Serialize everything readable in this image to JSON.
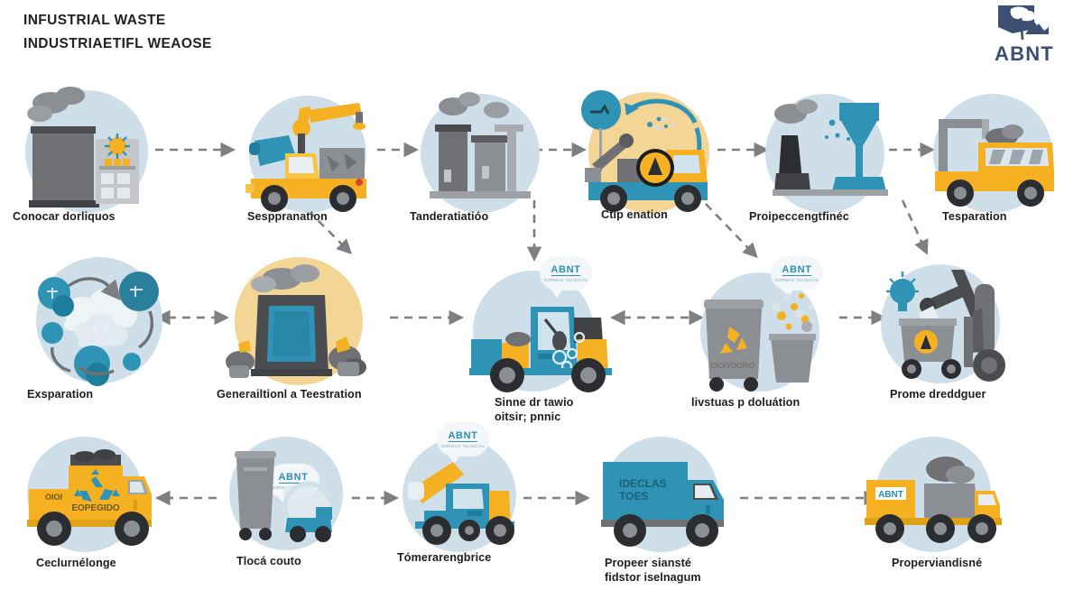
{
  "header": {
    "title_line1": "INFUSTRIAL WASTE",
    "title_line2": "INDUSTRIAETIFL WEAOSE",
    "logo_text": "ABNT",
    "logo_icon": "abnt-tree-mountain-mark"
  },
  "colors": {
    "disc_cool": "#cfdfe9",
    "disc_warm": "#f3d695",
    "yellow": "#f5b121",
    "yellow_light": "#f7c545",
    "teal": "#2f93b5",
    "teal_dark": "#1f7d9c",
    "gray": "#6f7175",
    "gray_dark": "#4a4c50",
    "gray_light": "#a8abaf",
    "arrow": "#7d7f83",
    "text": "#1d1d1d",
    "logo_navy": "#3d4f73"
  },
  "rows": [
    {
      "row_id": "row-1",
      "nodes": [
        {
          "id": "n1",
          "label": "Conocar dorliquos",
          "icon": "factory-smokestack-icon",
          "disc": "cool"
        },
        {
          "id": "n2",
          "label": "Sesppranation",
          "icon": "crane-truck-icon",
          "disc": "cool"
        },
        {
          "id": "n3",
          "label": "Tanderatiatióo",
          "icon": "industrial-plant-icon",
          "disc": "cool"
        },
        {
          "id": "n4",
          "label": "Ctip enation",
          "icon": "recycling-cycle-truck-icon",
          "disc": "warm"
        },
        {
          "id": "n5",
          "label": "Proipeccengtfinéc",
          "icon": "treatment-funnel-icon",
          "disc": "cool"
        },
        {
          "id": "n6",
          "label": "Tesparation",
          "icon": "dump-truck-icon",
          "disc": "cool"
        }
      ]
    },
    {
      "row_id": "row-2",
      "nodes": [
        {
          "id": "n7",
          "label": "Exsparation",
          "icon": "cloud-cycle-icon",
          "disc": "cool"
        },
        {
          "id": "n8",
          "label": "Generailtionl a Teestration",
          "icon": "furnace-generation-icon",
          "disc": "warm"
        },
        {
          "id": "n9",
          "label": "Sinne dr tawio\noitsir; pnnic",
          "icon": "loader-vehicle-icon",
          "disc": "cool",
          "badge": true
        },
        {
          "id": "n10",
          "label": "livstuas p doluátion",
          "icon": "waste-bins-icon",
          "disc": "cool",
          "badge": true
        },
        {
          "id": "n11",
          "label": "Prome dreddguer",
          "icon": "excavator-cart-icon",
          "disc": "cool"
        }
      ]
    },
    {
      "row_id": "row-3",
      "nodes": [
        {
          "id": "n12",
          "label": "Ceclurnélonge",
          "icon": "recycling-truck-icon",
          "disc": "cool"
        },
        {
          "id": "n13",
          "label": "Tlocá couto",
          "icon": "bin-collection-icon",
          "disc": "cool",
          "badge": true
        },
        {
          "id": "n14",
          "label": "Tómerarengbrice",
          "icon": "tipper-loader-icon",
          "disc": "cool",
          "badge": true
        },
        {
          "id": "n15",
          "label": "Propeer siansté\nfidstor iselnagum",
          "icon": "box-truck-icon",
          "disc": "cool"
        },
        {
          "id": "n16",
          "label": "Properviandisné",
          "icon": "tipper-truck-icon",
          "disc": "cool"
        }
      ]
    }
  ],
  "badges": {
    "abnt_label": "ABNT",
    "abnt_sub": "NORMAS TECNICAS"
  },
  "truck_decals": {
    "recycle_truck_side": "OIOI",
    "recycle_truck_body": "EOPEGIDO",
    "box_truck_line1": "IDECLAS",
    "box_truck_line2": "TOES",
    "bin_decal": "OIOIYOORIO"
  },
  "connectors": [
    {
      "from": "n1",
      "to": "n2",
      "style": "dashed-horizontal"
    },
    {
      "from": "n2",
      "to": "n3",
      "style": "dashed-horizontal"
    },
    {
      "from": "n3",
      "to": "n4",
      "style": "dashed-horizontal"
    },
    {
      "from": "n4",
      "to": "n5",
      "style": "dashed-horizontal"
    },
    {
      "from": "n5",
      "to": "n6",
      "style": "dashed-horizontal"
    },
    {
      "from": "n2",
      "to": "n8",
      "style": "dashed-diagonal"
    },
    {
      "from": "n4",
      "to": "n9",
      "style": "dashed-diagonal"
    },
    {
      "from": "n5",
      "to": "n10",
      "style": "dashed-diagonal"
    },
    {
      "from": "n6",
      "to": "n11",
      "style": "dashed-diagonal"
    },
    {
      "from": "n7",
      "to": "n8",
      "style": "dashed-bidirectional"
    },
    {
      "from": "n8",
      "to": "n9",
      "style": "dashed-horizontal"
    },
    {
      "from": "n10",
      "to": "n9",
      "style": "dashed-bidirectional"
    },
    {
      "from": "n10",
      "to": "n11",
      "style": "dashed-horizontal"
    },
    {
      "from": "n13",
      "to": "n12",
      "style": "dashed-horizontal"
    },
    {
      "from": "n13",
      "to": "n14",
      "style": "dashed-horizontal"
    },
    {
      "from": "n14",
      "to": "n15",
      "style": "dashed-horizontal"
    },
    {
      "from": "n15",
      "to": "n16",
      "style": "dashed-horizontal"
    }
  ]
}
